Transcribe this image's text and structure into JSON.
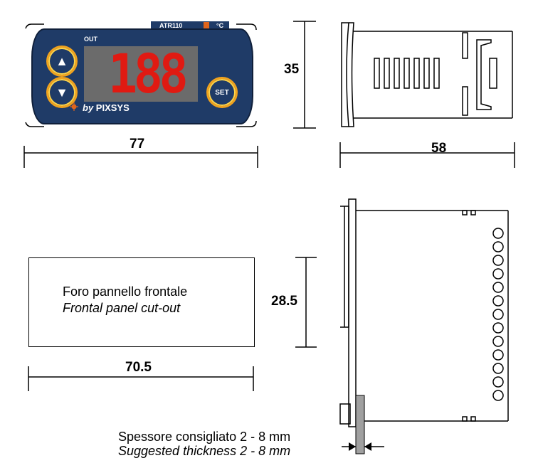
{
  "device": {
    "model": "ATR110",
    "unit": "°C",
    "out_label": "OUT",
    "display_digits": "188",
    "set_label": "SET",
    "brand_by": "by",
    "brand_name": "PIXSYS",
    "up_icon": "triangle-up-icon",
    "down_icon": "triangle-down-icon"
  },
  "dimensions": {
    "front_width": "77",
    "front_height": "35",
    "side_depth": "58",
    "cutout_height": "28.5",
    "cutout_width": "70.5"
  },
  "cutout_caption": {
    "italian": "Foro pannello frontale",
    "english": "Frontal panel cut-out"
  },
  "thickness_caption": {
    "italian": "Spessore consigliato 2 - 8 mm",
    "english": "Suggested thickness 2 - 8 mm"
  },
  "colors": {
    "panel": "#1f3b67",
    "digits": "#e01a12",
    "button_ring": "#f0a21e",
    "lcd_bg": "#6b6b6b",
    "accent_orange": "#e0651c"
  }
}
